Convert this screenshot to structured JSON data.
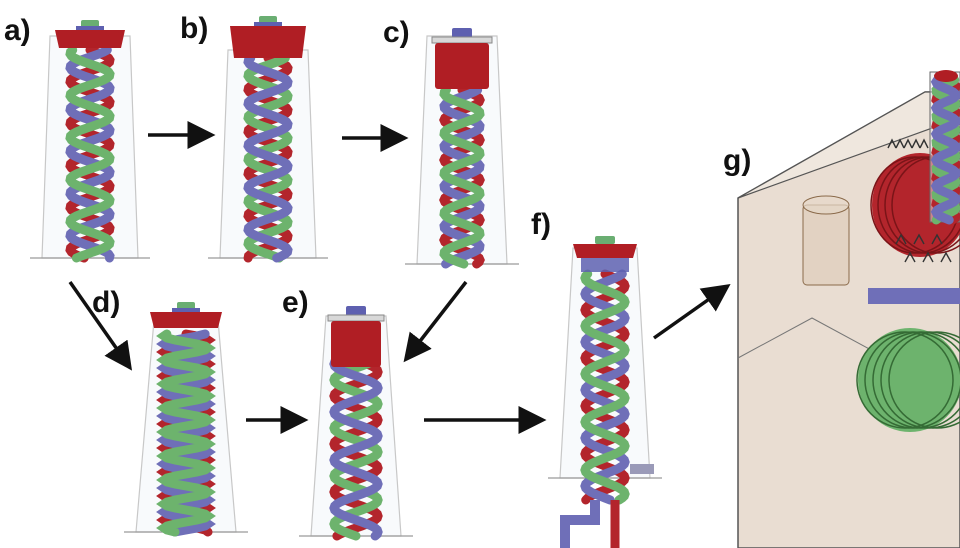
{
  "panels": [
    {
      "id": "a",
      "label": "a)"
    },
    {
      "id": "b",
      "label": "b)"
    },
    {
      "id": "c",
      "label": "c)"
    },
    {
      "id": "d",
      "label": "d)"
    },
    {
      "id": "e",
      "label": "e)"
    },
    {
      "id": "f",
      "label": "f)"
    },
    {
      "id": "g",
      "label": "g)"
    }
  ],
  "colors": {
    "red_coil": "#b3252c",
    "blue_coil": "#6f6fb8",
    "green_coil": "#6db36d",
    "cap_red": "#b01e24",
    "cap_blue": "#5e60b0",
    "cap_green": "#6aae72",
    "shell": "#c8c8c8",
    "box_fill": "#e9ddd2",
    "arrow": "#111111"
  }
}
